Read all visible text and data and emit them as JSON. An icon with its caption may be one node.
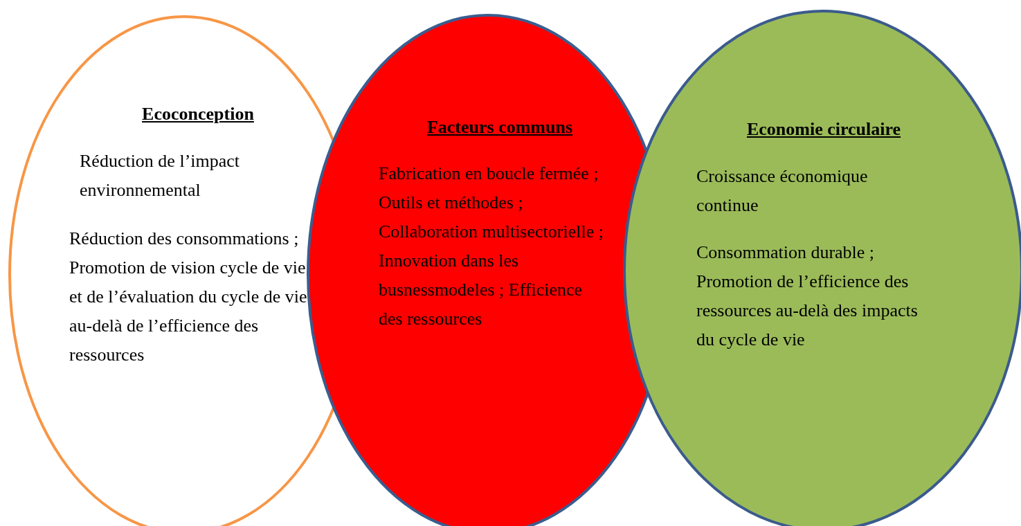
{
  "diagram": {
    "nodes": [
      {
        "text": [
          "Ecoconception",
          "Réduction de l’impact environnemental",
          "Réduction des consommations ; Promotion de vision cycle de vie et de l’évaluation du cycle de vie au-delà de l’efficience des ressources"
        ]
      },
      {
        "text": [
          "Facteurs communs",
          "Fabrication en boucle fermée ; Outils et méthodes ; Collaboration multisectorielle ; Innovation dans les busnessmodeles ; Efficience des ressources"
        ]
      },
      {
        "text": [
          "Economie circulaire",
          "Croissance économique continue",
          "Consommation durable ; Promotion de l’efficience des ressources au-delà des impacts du cycle de vie"
        ]
      }
    ],
    "edges": []
  }
}
